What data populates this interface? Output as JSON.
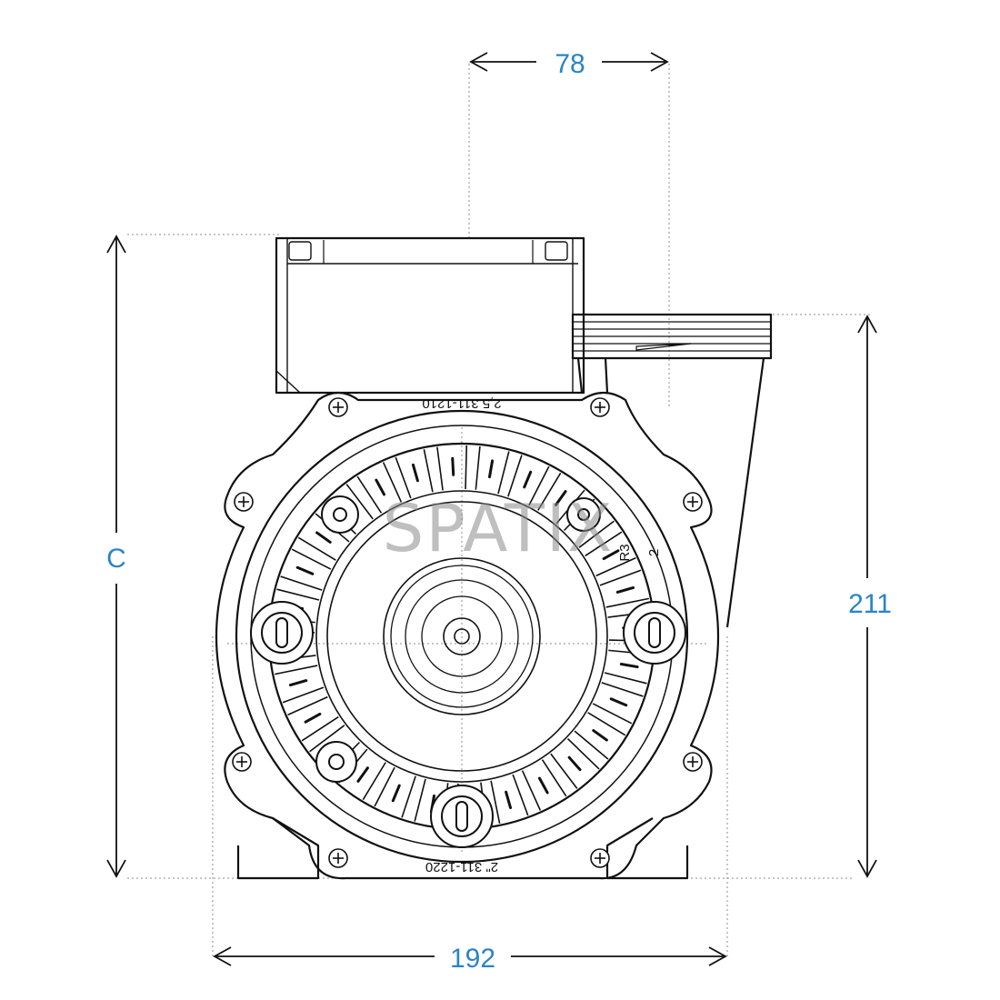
{
  "dimensions": {
    "outlet_width": "78",
    "overall_height": "C",
    "inlet_height": "211",
    "overall_width": "192"
  },
  "part_labels": {
    "top_rim": "2,5  311-1210",
    "bottom_rim": "2\"  311-1220",
    "side_mark_a": "R3",
    "side_mark_b": "2"
  },
  "watermark": "SPATIX",
  "colors": {
    "dimension": "#2a84c6",
    "line": "#111111",
    "construction": "#8c8c8c"
  }
}
